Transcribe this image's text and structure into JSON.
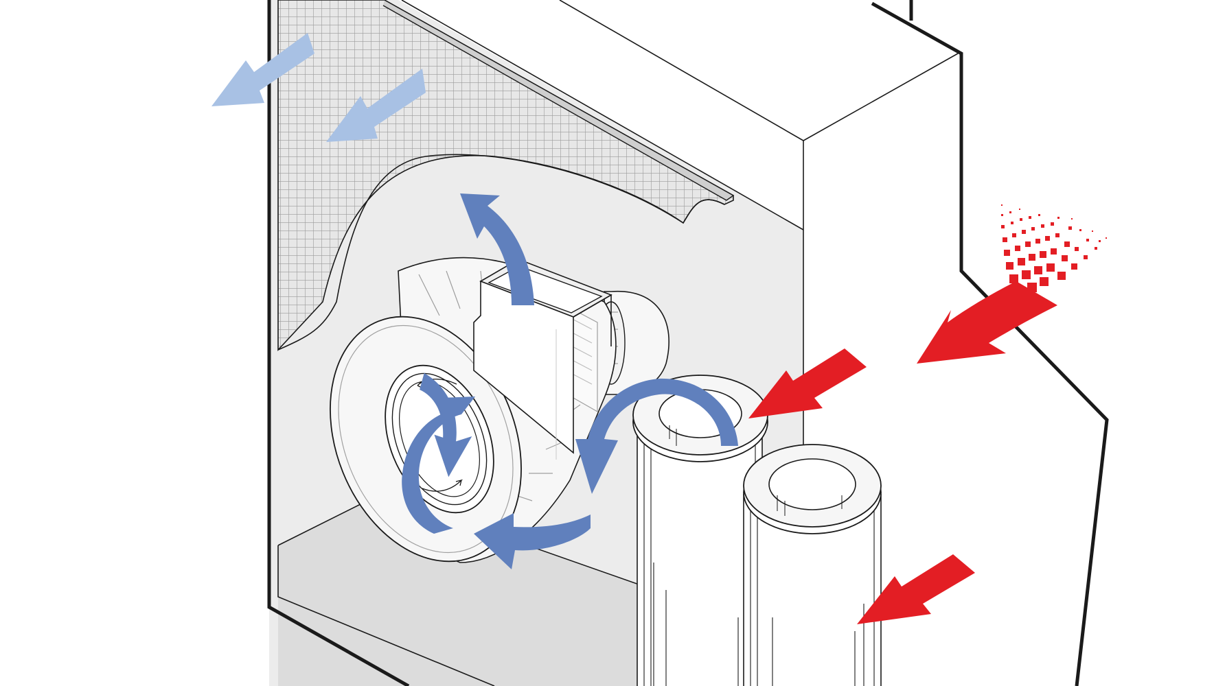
{
  "diagram": {
    "colors": {
      "background": "#ffffff",
      "outline": "#1a1a1a",
      "housing_fill": "#ececec",
      "housing_shadow": "#d9d9d9",
      "filter_mesh": "#bdbdbd",
      "fan_fill": "#f7f7f7",
      "rotation_arrow": "#6080bd",
      "clean_air_arrow": "#a8c1e4",
      "dirty_air_arrow": "#e31e24"
    },
    "components": [
      "fine-filter-mesh-panel",
      "centrifugal-fan",
      "fan-motor",
      "fan-outlet-duct",
      "cartridge-filter-front",
      "cartridge-filter-rear",
      "intake-plenum"
    ],
    "flows": {
      "dirty_air_inlets": 3,
      "clean_air_outlets": 2,
      "fan_rotation_arrows": 5
    }
  }
}
